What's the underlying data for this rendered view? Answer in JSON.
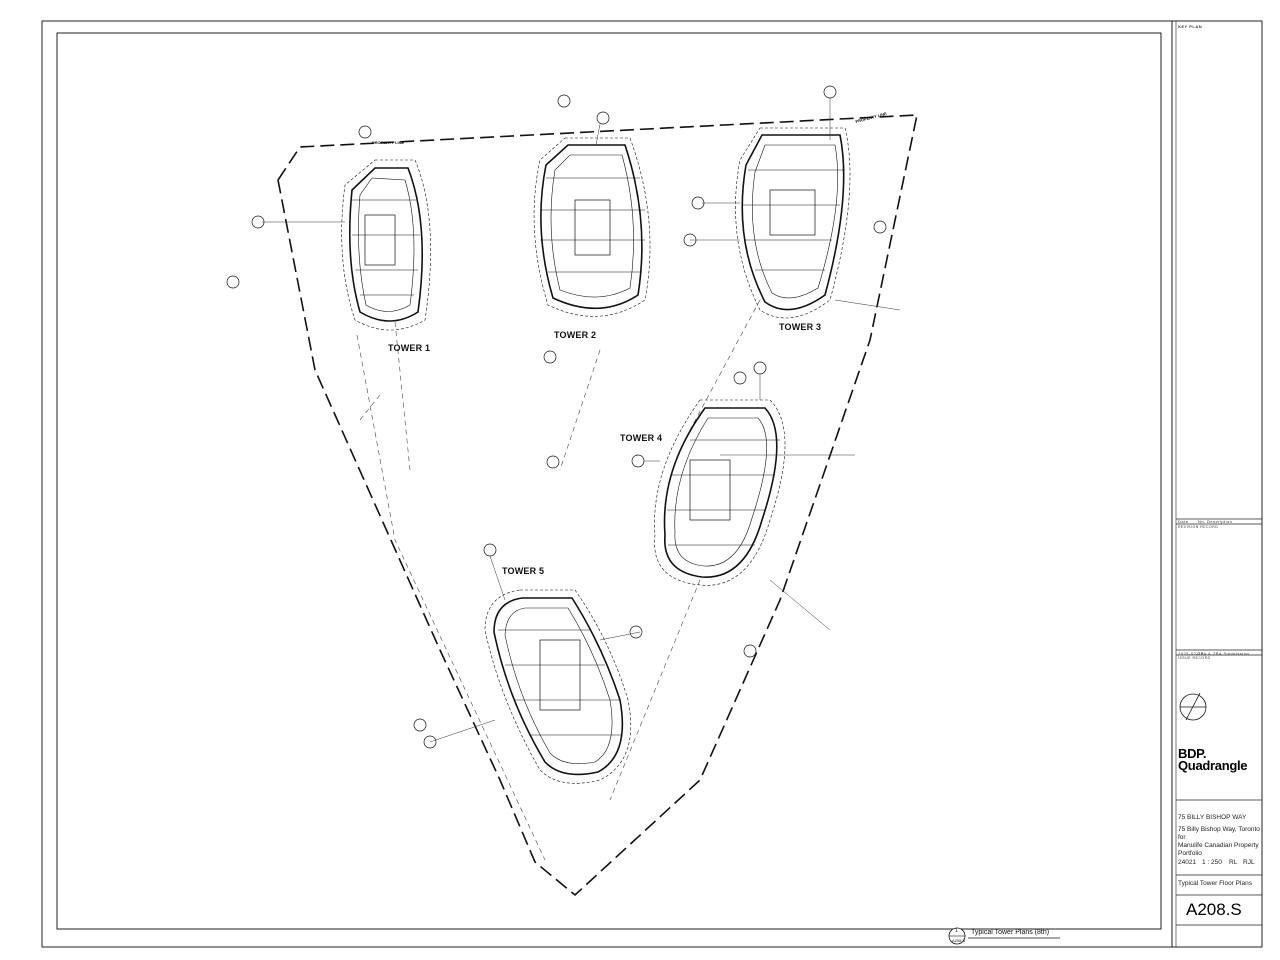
{
  "drawing": {
    "towers": [
      {
        "id": "t1",
        "label": "TOWER 1"
      },
      {
        "id": "t2",
        "label": "TOWER 2"
      },
      {
        "id": "t3",
        "label": "TOWER 3"
      },
      {
        "id": "t4",
        "label": "TOWER 4"
      },
      {
        "id": "t5",
        "label": "TOWER 5"
      }
    ],
    "property_line_label": "PROPERTY LINE",
    "plan_title_number": "1",
    "plan_title_sheet": "A208.S",
    "plan_title": "Typical Tower Plans (8th)"
  },
  "title_block": {
    "key_plan_label": "KEY PLAN",
    "revision_headers": {
      "date": "Date",
      "no": "No.",
      "description": "Description"
    },
    "revisions_label": "REVISION RECORD",
    "issue_date": "2025-02-25",
    "issue_description": "OPA & ZBA Submission",
    "issues_label": "ISSUE RECORD",
    "firm_line1": "BDP.",
    "firm_line2": "Quadrangle",
    "project_name": "75 BILLY BISHOP WAY",
    "project_address": "75 Billy Bishop Way, Toronto",
    "for_label": "for",
    "client": "Manulife Canadian Property Portfolio",
    "project_no": "24021",
    "scale": "1 : 250",
    "drawn": "RL",
    "reviewed": "RJL",
    "sheet_title": "Typical Tower Floor Plans",
    "sheet_number": "A208.S"
  },
  "colors": {
    "line": "#111111",
    "background": "#ffffff"
  }
}
